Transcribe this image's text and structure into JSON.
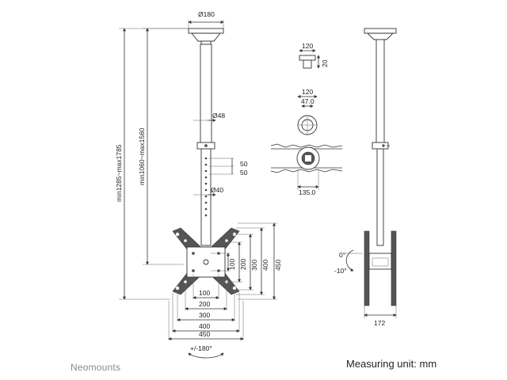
{
  "brand": "Neomounts",
  "units_label": "Measuring unit: mm",
  "front_view": {
    "ceiling_plate_dia": "Ø180",
    "pole_dia_upper": "Ø48",
    "pole_dia_lower": "Ø40",
    "hole_spacing_1": "50",
    "hole_spacing_2": "50",
    "total_height": "min1285~max1785",
    "pole_height": "min1060~max1560",
    "vesa_horizontal": [
      "100",
      "200",
      "300",
      "400",
      "450"
    ],
    "vesa_vertical": [
      "100",
      "200",
      "300",
      "400",
      "450"
    ],
    "rotation": "+/-180°"
  },
  "detail_views": {
    "cap_width": "120",
    "cap_height": "20",
    "flange_width": "120",
    "flange_inner": "47.0",
    "clamp_width": "135.0"
  },
  "side_view": {
    "tilt_up": "0°",
    "tilt_down": "-10°",
    "depth": "172"
  }
}
